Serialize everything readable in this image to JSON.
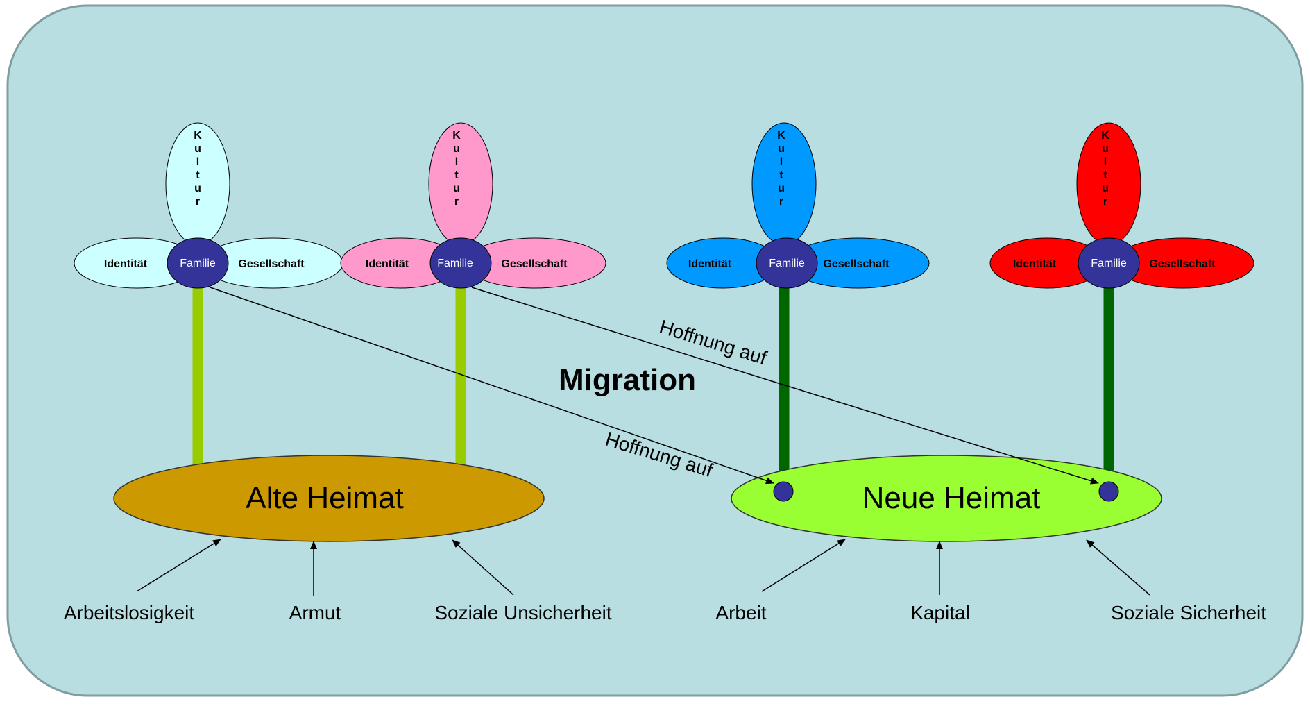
{
  "colors": {
    "background": "#B8DEE2",
    "frame_border": "#809EA0",
    "center": "#333399",
    "old_home": "#CC9900",
    "new_home": "#99FF33",
    "old_stem": "#99CC00",
    "new_stem": "#006600"
  },
  "title": "Migration",
  "hope_label": "Hoffnung auf",
  "flowers": [
    {
      "culture": "Kultur",
      "left": "Identität",
      "center": "Familie",
      "right": "Gesellschaft",
      "petal_color": "#CCFFFF"
    },
    {
      "culture": "Kultur",
      "left": "Identität",
      "center": "Familie",
      "right": "Gesellschaft",
      "petal_color": "#FF99CC"
    },
    {
      "culture": "Kultur",
      "left": "Identität",
      "center": "Familie",
      "right": "Gesellschaft",
      "petal_color": "#0099FF"
    },
    {
      "culture": "Kultur",
      "left": "Identität",
      "center": "Familie",
      "right": "Gesellschaft",
      "petal_color": "#FF0000"
    }
  ],
  "old_home": {
    "label": "Alte Heimat",
    "factors": [
      "Arbeitslosigkeit",
      "Armut",
      "Soziale Unsicherheit"
    ]
  },
  "new_home": {
    "label": "Neue Heimat",
    "factors": [
      "Arbeit",
      "Kapital",
      "Soziale Sicherheit"
    ]
  }
}
